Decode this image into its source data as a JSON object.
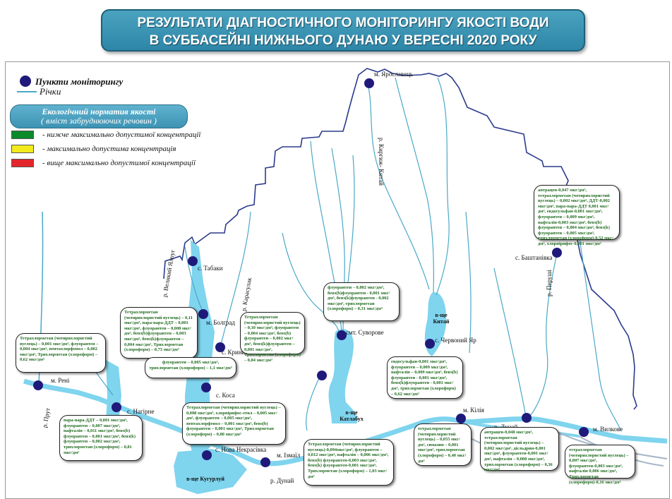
{
  "title": {
    "line1": "РЕЗУЛЬТАТИ ДІАГНОСТИЧНОГО МОНІТОРИНГУ ЯКОСТІ ВОДИ",
    "line2": "В СУББАСЕЙНІ НИЖНЬОГО ДУНАЮ У ВЕРЕСНІ 2020 РОКУ"
  },
  "legend": {
    "points": "Пункти моніторингу",
    "rivers": "Річки",
    "norm_title": "Екологічний норматив якості",
    "norm_sub": "( вміст забруднюючих речовин )",
    "rows": [
      {
        "color": "#0a8a2a",
        "label": "-  нижче максимально допустимої концентрації"
      },
      {
        "color": "#f2ea1c",
        "label": "-  максимально допустима концентрація"
      },
      {
        "color": "#e3262b",
        "label": "-  вище максимально допустимої концентрації"
      }
    ]
  },
  "colors": {
    "point": "#1f1a7a",
    "water": "#7fd4ee",
    "river_line": "#4aa8c8",
    "border": "#2b3b8c",
    "text_green": "#1f6b1f"
  },
  "places": {
    "yaroslavets": "м. Ярославець",
    "tabaky": "с. Табаки",
    "bolhrad": "м. Болград",
    "krynychne": "с. Криничне",
    "kosa": "с. Коса",
    "reni": "м. Рені",
    "nahirne": "с. Нагірне",
    "nova_nekrasivka": "с. Нова Некрасівка",
    "izmail": "м. Ізмаїл",
    "suvorove": "смт. Суворове",
    "chervonyi_yar": "с. Червоний Яр",
    "kiliia": "м. Кілія",
    "vylkove": "м. Вилкове",
    "bashtanivka": "с. Баштанівка"
  },
  "rivers": {
    "kohylnyk": "р. Киргиж- Китай",
    "velykyi_yalpuh": "р. Великий Ялпуг",
    "karasulak": "р. Карасулак",
    "prut": "р. Прут",
    "dunai_1": "р. Дунай",
    "dunai_2": "р. Дунай",
    "dunai_3": "р. Дунай",
    "sarata": "р. Перуші"
  },
  "lakes": {
    "kytai": "в-ще\nКитай",
    "katlabukh": "в-ще\nКатлабух",
    "kuhurlui": "в-ще Кугурлуй"
  },
  "callouts": {
    "reni": "Тетрахлорметан (чотирихлористий вуглець) – 0,001 мкг/дм³, флуорантен – 0,004 мкг/дм³, пентахлорфенол – 0,002 мкг/дм³, Трихлорметан (хлороформ) – 0,62 мкг/дм³",
    "bolhrad": "Тетрахлорметан (чотирихлористий вуглець) – 0,11 мкг/дм³, пара-пара-ДДТ – 0,001 мкг/дм³, флуорантен – 0,008 мкг/дм³, бенз(b)флуорантен – 0,003 мкг/дм³, бенз(k)флуорантен – 0,004 мкг/дм³, Трихлорметан (хлороформ) – 0,73 мкг/дм³",
    "krynychne": "Тетрахлорметан (чотирихлористий вуглець) – 0,10 мкг/дм³, флуорантен – 0,004 мкг/дм³, бенз(b) флуорантен – 0,002 мкг/дм³, бенз(k)флуорантен – 0,001 мкг/дм³, Трихлорметан (хлороформ) – 0,84 мкг/дм³",
    "kosa": "флуорантен – 0,005 мкг/дм³, трихлорметан (хлороформ) – 1,1 мкг/дм³",
    "nahirne": "пара-пара-ДДТ – 0,001 мкг/дм³, флуорантен – 0,007 мкг/дм³, нафталін – 0,011 мкг/дм³, бенз(b) флуорантен – 0,001 мкг/дм³, бенз(k) флуорантен – 0,002 мкг/дм³, трихлорметан (хлороформ) – 0,81 мкг/дм³",
    "nekrasivka": "Тетрахлорметан (чотирихлористий вуглець) – 0,008 мкг/дм³, хлорпірифос-етил – 0,005 мкг/дм³, флуорантен – 0,005 мкг/дм³, пентахлорфенол – 0,001 мкг/дм³, бенз(b) флуорантен – 0,001 мкг/дм³, Трихлорметан (хлороформ) – 0,80 мкг/дм³",
    "izmail": "Тетрахлорметан (чотирихлористий вуглець)-0,094мкг/дм³, флуорантен – 0,012 мкг/дм³, нафталін – 0,006 мкг/дм³, бенз(b) флуорантен-0,003 мкг/дм³, бенз(k) флуорантен-0,001 мкг/дм³, Трихлорметан (хлороформ) – 1,03 мкг/дм³",
    "suvorove": "флуорантен – 0,002 мкг/дм³, бенз(b)флуорантен - 0,001 мкг/дм³, бенз(k)флуорантен - 0,002 мкг/дм³, трихлорметан (хлороформ) – 0,31 мкг/дм³",
    "chervonyi_yar": "ендосульфан-0,001 мкг/дм³, флуорантен – 0,009 мкг/дм³, нафталін – 0,009 мкг/дм³, бенз(b) флуорантен - 0,001 мкг/дм³, бенз(k)флуорантен - 0,001 мкг/дм³, трихлорметан (хлороформ) – 0,62 мкг/дм³",
    "kiliia": "тетрахлорметан (чотирихлористий вуглець) – 0,055 мкг/дм³, симазин – 0,001 мкг/дм³, трихлорметан (хлороформ) – 0,40 мкг/дм³",
    "kiliia_2": "антрацен-0,048 мкг/дм³, тетрахлорметан (чотирихлористий вуглець) – 0,002 мкг/дм³, дієльдрин-0,001 мкг/дм³, флуорантен-0,001 мкг/дм³, нафталін – 0,008 мкг/дм³, трихлорметан (хлороформ) – 0,36 мкг/дм³",
    "vylkove": "тетрахлорметан (чотирихлористий вуглець) – 0,007 мкг/дм³, флуорантен-0,003 мкг/дм³, нафталін 0,006 мкг/дм³, Трихлорметан (хлороформ)-0,16 мкг/дм³",
    "bashtanivka": "антрацен-0,047 мкг/дм³, тетрахлорметан (чотирихлористий вуглець) – 0,002 мкг/дм³, ДДТ-0,002 мкг/дм³, пара-пара-ДДТ 0,001 мкг/дм³, ендосульфан-0,001 мкг/дм³, флуорантен – 0,009 мкг/дм³, нафталін-0,003 мкг/дм³, бенз(b) флуорантен – 0,004 мкг/дм³, бенз(k) флуорантен – 0,005 мкг/дм³, трихлорметан (хлороформ)-0,52 мкг/дм³, хлорпірифос-0,001 мкг/дм³"
  }
}
